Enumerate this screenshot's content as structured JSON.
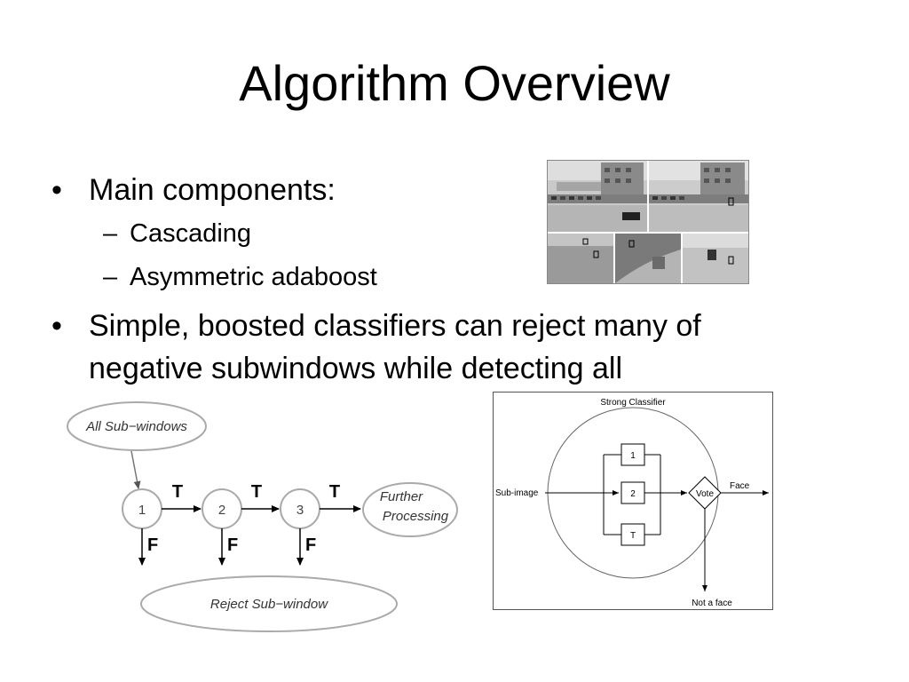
{
  "slide": {
    "title": "Algorithm Overview",
    "bullets": [
      {
        "text": "Main components:",
        "sub": [
          "Cascading",
          "Asymmetric adaboost"
        ]
      },
      {
        "line1": "Simple, boosted classifiers can reject many of",
        "line2": "negative subwindows while detecting all"
      }
    ]
  },
  "cascade": {
    "start_label": "All Sub−windows",
    "stages": [
      "1",
      "2",
      "3"
    ],
    "true_label": "T",
    "false_label": "F",
    "further_line1": "Further",
    "further_line2": "Processing",
    "reject_label": "Reject Sub−window"
  },
  "strong_classifier": {
    "title": "Strong Classifier",
    "input_label": "Sub-image",
    "weak_boxes": [
      "1",
      "2",
      "T"
    ],
    "vote_label": "Vote",
    "face_label": "Face",
    "not_face_label": "Not a face"
  }
}
